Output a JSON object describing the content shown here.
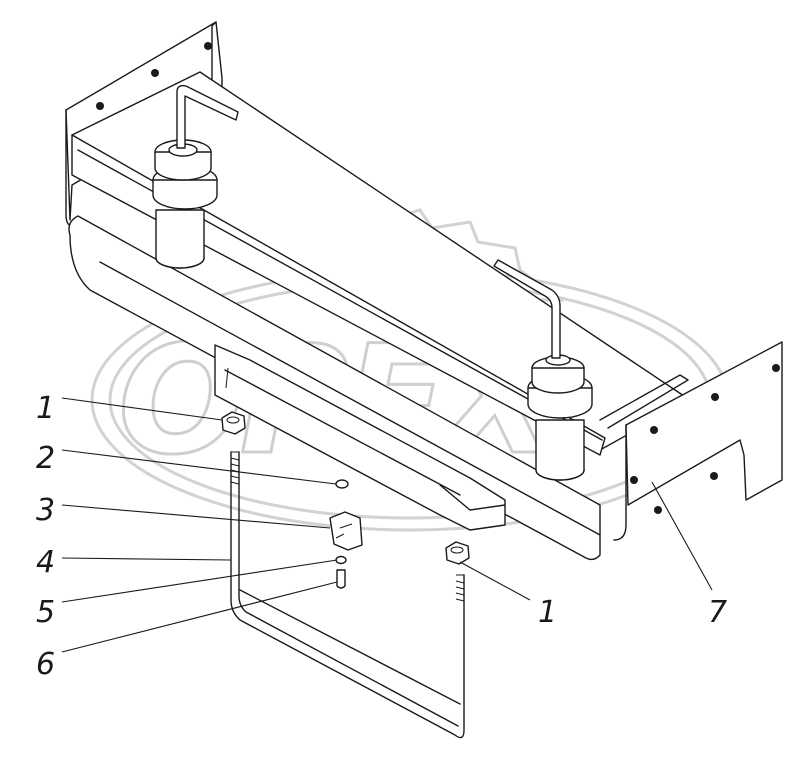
{
  "watermark": {
    "text": "OPEX"
  },
  "callouts": [
    {
      "id": "c1a",
      "label": "1"
    },
    {
      "id": "c2",
      "label": "2"
    },
    {
      "id": "c3",
      "label": "3"
    },
    {
      "id": "c4",
      "label": "4"
    },
    {
      "id": "c5",
      "label": "5"
    },
    {
      "id": "c6",
      "label": "6"
    },
    {
      "id": "c1b",
      "label": "1"
    },
    {
      "id": "c7",
      "label": "7"
    }
  ]
}
